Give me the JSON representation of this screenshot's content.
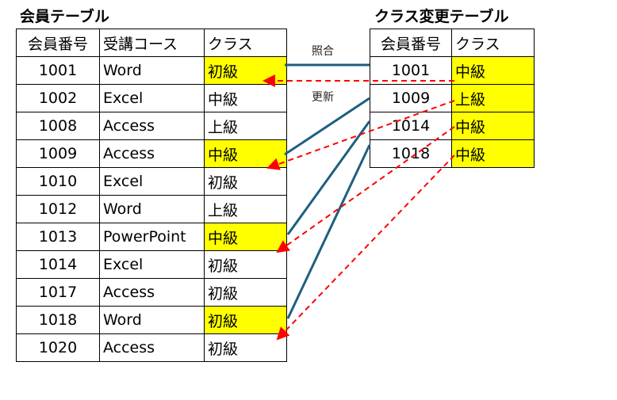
{
  "members_table": {
    "title": "会員テーブル",
    "headers": [
      "会員番号",
      "受講コース",
      "クラス"
    ],
    "rows": [
      {
        "id": "1001",
        "course": "Word",
        "class": "初級",
        "highlight": true
      },
      {
        "id": "1002",
        "course": "Excel",
        "class": "中級",
        "highlight": false
      },
      {
        "id": "1008",
        "course": "Access",
        "class": "上級",
        "highlight": false
      },
      {
        "id": "1009",
        "course": "Access",
        "class": "中級",
        "highlight": true
      },
      {
        "id": "1010",
        "course": "Excel",
        "class": "初級",
        "highlight": false
      },
      {
        "id": "1012",
        "course": "Word",
        "class": "上級",
        "highlight": false
      },
      {
        "id": "1013",
        "course": "PowerPoint",
        "class": "中級",
        "highlight": true
      },
      {
        "id": "1014",
        "course": "Excel",
        "class": "初級",
        "highlight": false
      },
      {
        "id": "1017",
        "course": "Access",
        "class": "初級",
        "highlight": false
      },
      {
        "id": "1018",
        "course": "Word",
        "class": "初級",
        "highlight": true
      },
      {
        "id": "1020",
        "course": "Access",
        "class": "初級",
        "highlight": false
      }
    ]
  },
  "changes_table": {
    "title": "クラス変更テーブル",
    "headers": [
      "会員番号",
      "クラス"
    ],
    "rows": [
      {
        "id": "1001",
        "class": "中級"
      },
      {
        "id": "1009",
        "class": "上級"
      },
      {
        "id": "1014",
        "class": "中級"
      },
      {
        "id": "1018",
        "class": "中級"
      }
    ]
  },
  "labels": {
    "match": "照合",
    "update": "更新"
  },
  "colors": {
    "highlight": "#ffff00",
    "match_line": "#1f5f80",
    "update_arrow": "#ff0000"
  }
}
